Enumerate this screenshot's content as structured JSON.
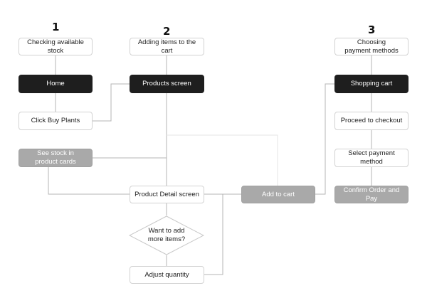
{
  "columns": [
    {
      "number": "1",
      "header": "Checking available stock"
    },
    {
      "number": "2",
      "header": "Adding items to the cart"
    },
    {
      "number": "3",
      "header": "Choosing payment methods"
    }
  ],
  "nodes": {
    "home": "Home",
    "click_buy_plants": "Click Buy Plants",
    "see_stock": "See stock in product cards",
    "products_screen": "Products screen",
    "product_detail": "Product Detail screen",
    "want_to_add": "Want to add more items?",
    "adjust_quantity": "Adjust quantity",
    "add_to_cart": "Add to cart",
    "shopping_cart": "Shopping cart",
    "proceed_checkout": "Proceed to checkout",
    "select_payment": "Select payment method",
    "confirm_order": "Confirm Order and Pay"
  },
  "colors": {
    "dark_node": "#1e1e1e",
    "grey_node": "#a9a9a9",
    "connector": "#b4b4b4"
  }
}
